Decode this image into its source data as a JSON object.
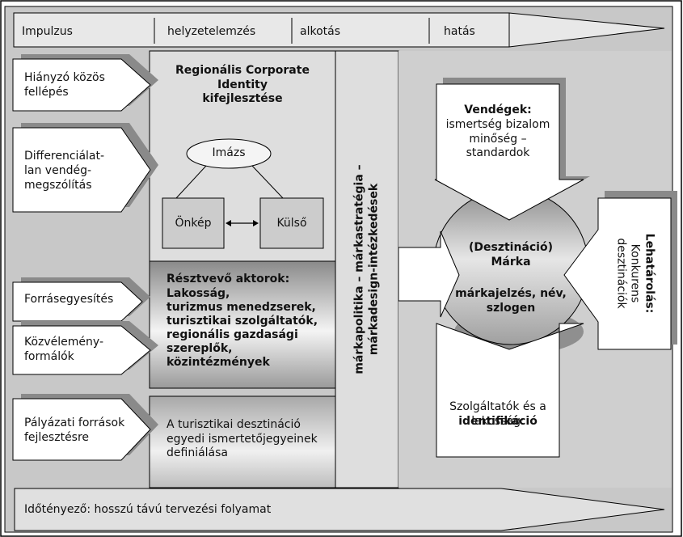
{
  "stages": [
    "Impulzus",
    "helyzetelemzés",
    "alkotás",
    "hatás"
  ],
  "left_inputs": [
    "Hiányzó közös\nfellépés",
    "Differenciálat-\nlan vendég-\nmegszólítás",
    "Forrásegyesítés",
    "Közvélemény-\nformálók",
    "Pályázati források\nfejlesztésre"
  ],
  "identity": {
    "title": "Regionális Corporate\nIdentity\nkifejlesztése",
    "image": "Imázs",
    "self_image": "Önkép",
    "external": "Külső"
  },
  "actors": {
    "title": "Résztvevő aktorok:",
    "list": "Lakosság,\nturizmus menedzserek,\nturisztikai szolgáltatók,\nregionális gazdasági\nszereplők,\nközintézmények"
  },
  "definition": "A turisztikai desztináció\negyedi ismertetőjegyeinek\ndefiniálása",
  "vertical_band": "márkapolitika – márkastratégia –\nmárkadesign-intézkedések",
  "guests": {
    "title": "Vendégek:",
    "text": "ismertség  bizalom\nminőség – standardok"
  },
  "brand": {
    "top": "(Desztináció)\nMárka",
    "bottom": "márkajelzés, név,\nszlogen"
  },
  "competition": {
    "label": "Lehatárolás:",
    "text": "Konkurens\ndesztinációk"
  },
  "providers": {
    "text": "Szolgáltatók és a lakosság:",
    "bold": "identifikáció"
  },
  "time_factor": "Időtényező: hosszú távú tervezési folyamat"
}
